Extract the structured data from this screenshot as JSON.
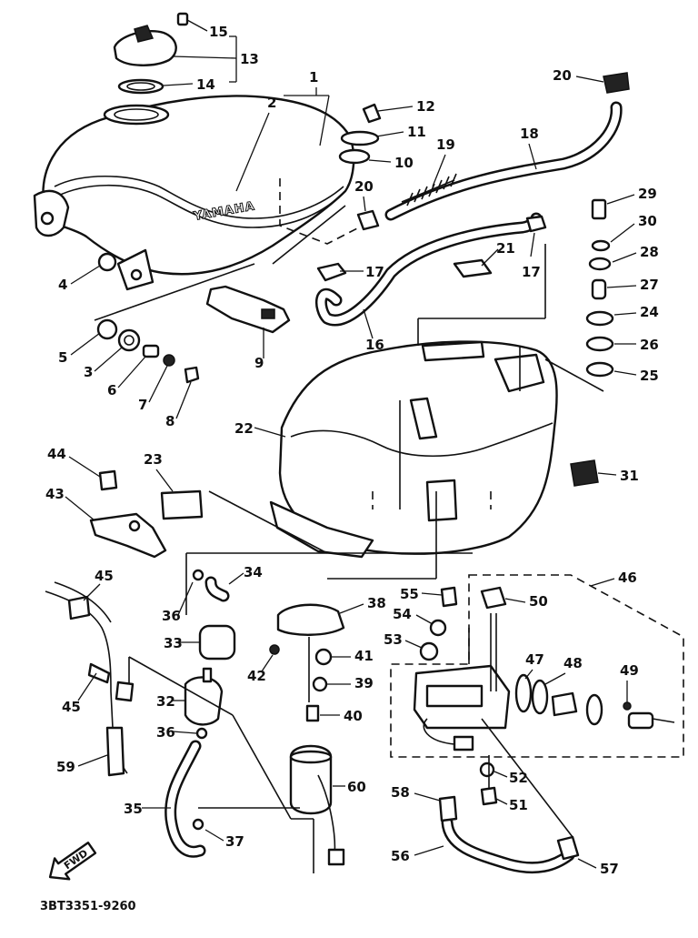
{
  "diagram": {
    "tank_brand": "YAMAHA",
    "part_code": "3BT3351-9260",
    "direction_arrow_label": "FWD",
    "callouts": [
      "1",
      "2",
      "3",
      "4",
      "5",
      "6",
      "7",
      "8",
      "9",
      "10",
      "11",
      "12",
      "13",
      "14",
      "15",
      "16",
      "17",
      "18",
      "19",
      "20",
      "21",
      "22",
      "23",
      "24",
      "25",
      "26",
      "27",
      "28",
      "29",
      "30",
      "31",
      "32",
      "33",
      "34",
      "35",
      "36",
      "37",
      "38",
      "39",
      "40",
      "41",
      "42",
      "43",
      "44",
      "45",
      "46",
      "47",
      "48",
      "49",
      "50",
      "51",
      "52",
      "53",
      "54",
      "55",
      "56",
      "57",
      "58",
      "59",
      "60"
    ]
  }
}
